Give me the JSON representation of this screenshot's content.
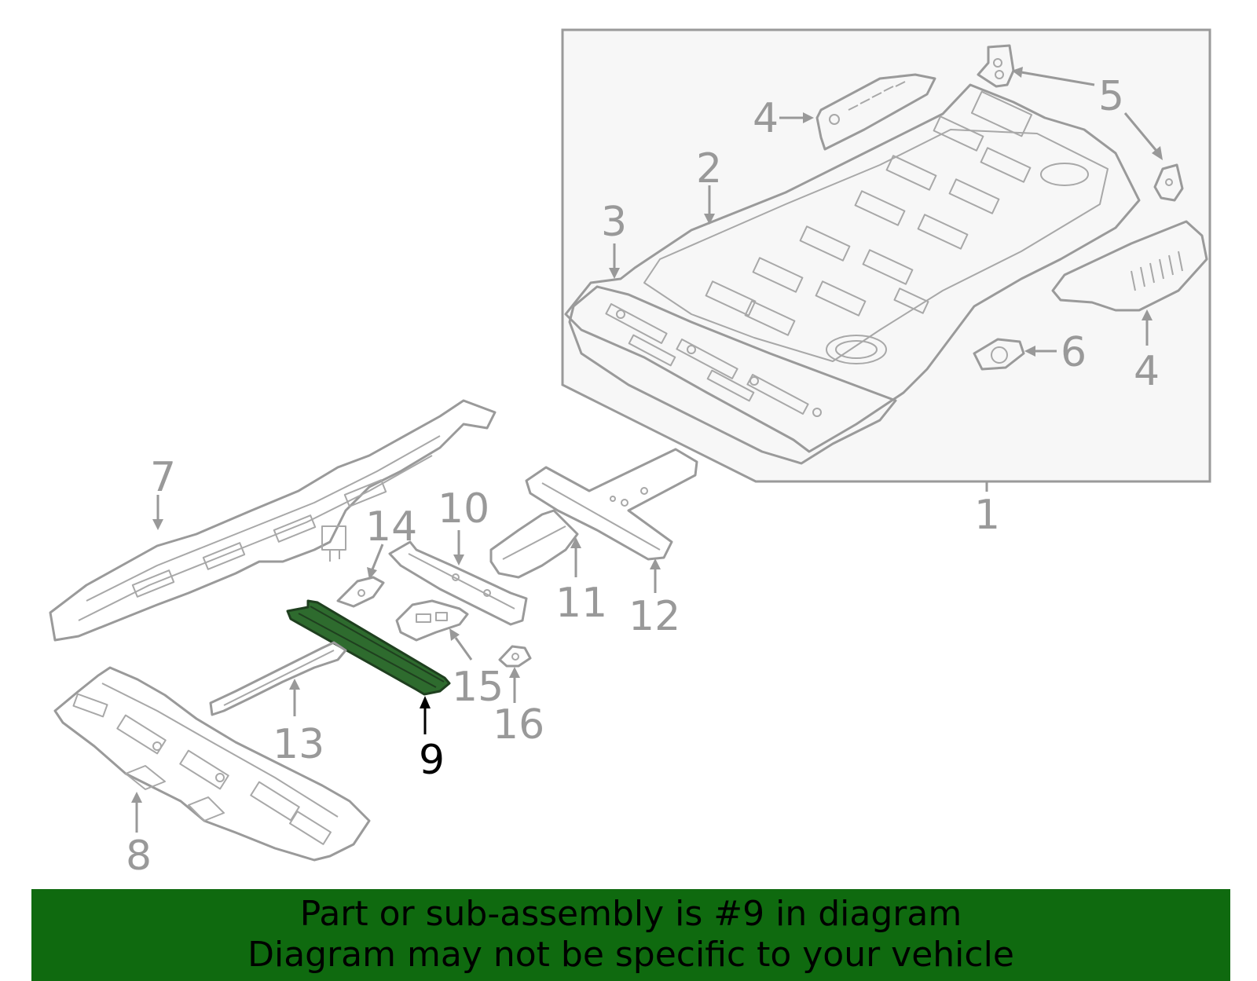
{
  "diagram": {
    "callouts": {
      "c1": "1",
      "c2": "2",
      "c3": "3",
      "c4a": "4",
      "c4b": "4",
      "c5": "5",
      "c6": "6",
      "c7": "7",
      "c8": "8",
      "c9": "9",
      "c10": "10",
      "c11": "11",
      "c12": "12",
      "c13": "13",
      "c14": "14",
      "c15": "15",
      "c16": "16"
    },
    "selected_part": "9",
    "highlight_color": "#2e6b2e"
  },
  "banner": {
    "line1": "Part or sub-assembly is #9 in diagram",
    "line2": "Diagram may not be specific to your vehicle",
    "background": "#0f6a0f"
  }
}
